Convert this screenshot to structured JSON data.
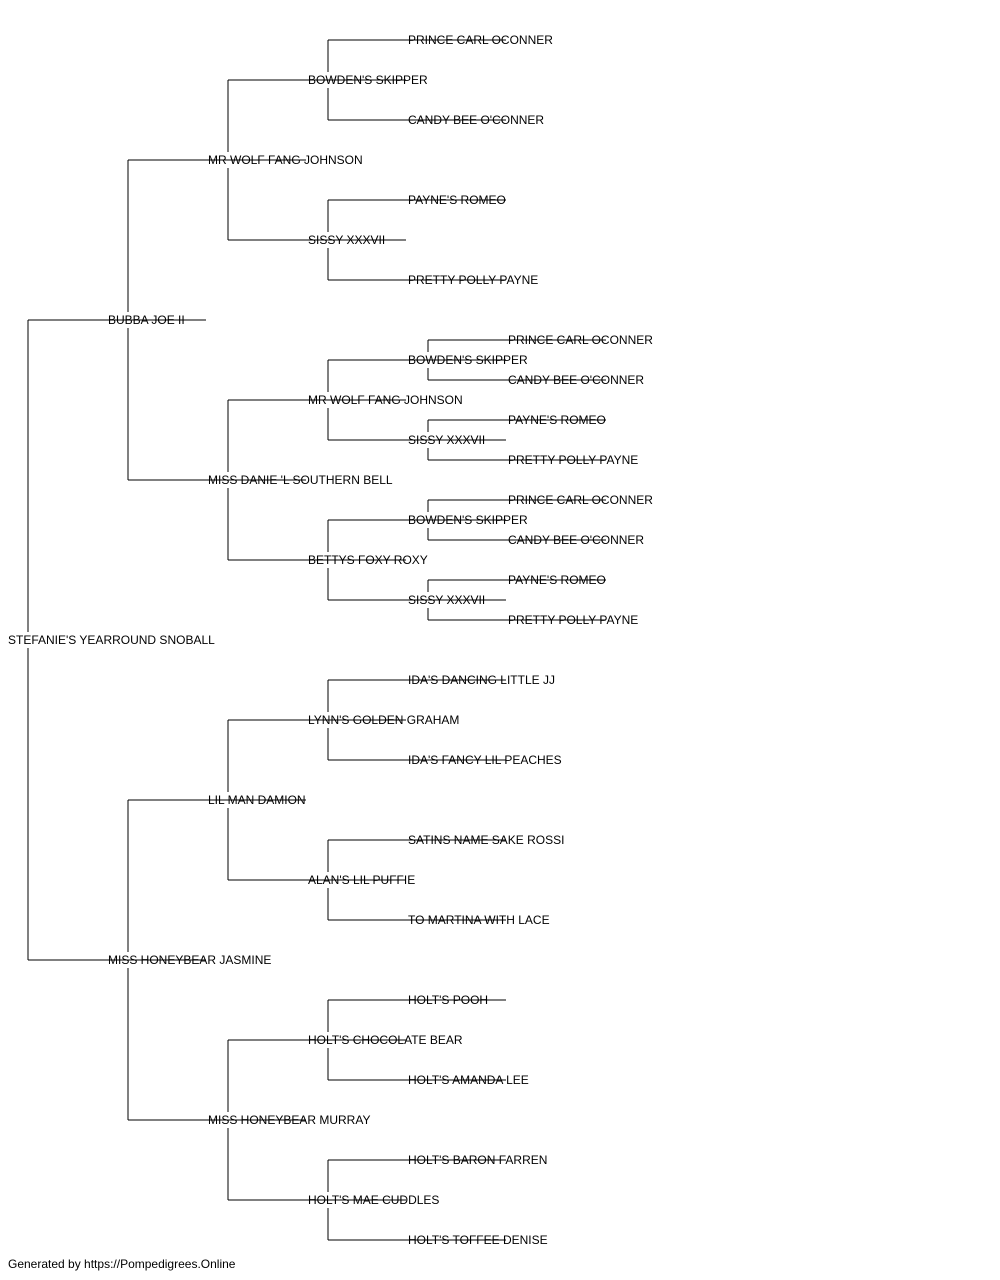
{
  "pedigree": {
    "name": "STEFANIE'S YEARROUND SNOBALL",
    "sire": {
      "name": "BUBBA JOE II",
      "sire": {
        "name": "MR WOLF FANG JOHNSON",
        "sire": {
          "name": "BOWDEN'S SKIPPER",
          "sire": {
            "name": "PRINCE CARL OCONNER"
          },
          "dam": {
            "name": "CANDY BEE O'CONNER"
          }
        },
        "dam": {
          "name": "SISSY XXXVII",
          "sire": {
            "name": "PAYNE'S ROMEO"
          },
          "dam": {
            "name": "PRETTY POLLY PAYNE"
          }
        }
      },
      "dam": {
        "name": "MISS DANIE 'L SOUTHERN BELL",
        "sire": {
          "name": "MR WOLF FANG JOHNSON",
          "sire": {
            "name": "BOWDEN'S SKIPPER",
            "sire": {
              "name": "PRINCE CARL OCONNER"
            },
            "dam": {
              "name": "CANDY BEE O'CONNER"
            }
          },
          "dam": {
            "name": "SISSY XXXVII",
            "sire": {
              "name": "PAYNE'S ROMEO"
            },
            "dam": {
              "name": "PRETTY POLLY PAYNE"
            }
          }
        },
        "dam": {
          "name": "BETTYS FOXY ROXY",
          "sire": {
            "name": "BOWDEN'S SKIPPER",
            "sire": {
              "name": "PRINCE CARL OCONNER"
            },
            "dam": {
              "name": "CANDY BEE O'CONNER"
            }
          },
          "dam": {
            "name": "SISSY XXXVII",
            "sire": {
              "name": "PAYNE'S ROMEO"
            },
            "dam": {
              "name": "PRETTY POLLY PAYNE"
            }
          }
        }
      }
    },
    "dam": {
      "name": "MISS HONEYBEAR JASMINE",
      "sire": {
        "name": "LIL MAN DAMION",
        "sire": {
          "name": "LYNN'S GOLDEN GRAHAM",
          "sire": {
            "name": "IDA'S DANCING LITTLE JJ"
          },
          "dam": {
            "name": "IDA'S FANCY LIL PEACHES"
          }
        },
        "dam": {
          "name": "ALAN'S LIL PUFFIE",
          "sire": {
            "name": "SATINS NAME SAKE ROSSI"
          },
          "dam": {
            "name": "TO MARTINA WITH LACE"
          }
        }
      },
      "dam": {
        "name": "MISS HONEYBEAR MURRAY",
        "sire": {
          "name": "HOLT'S CHOCOLATE BEAR",
          "sire": {
            "name": "HOLT'S POOH"
          },
          "dam": {
            "name": "HOLT'S AMANDA LEE"
          }
        },
        "dam": {
          "name": "HOLT'S MAE CUDDLES",
          "sire": {
            "name": "HOLT'S BARON FARREN"
          },
          "dam": {
            "name": "HOLT'S TOFFEE DENISE"
          }
        }
      }
    }
  },
  "footer": "Generated by https://Pompedigrees.Online"
}
